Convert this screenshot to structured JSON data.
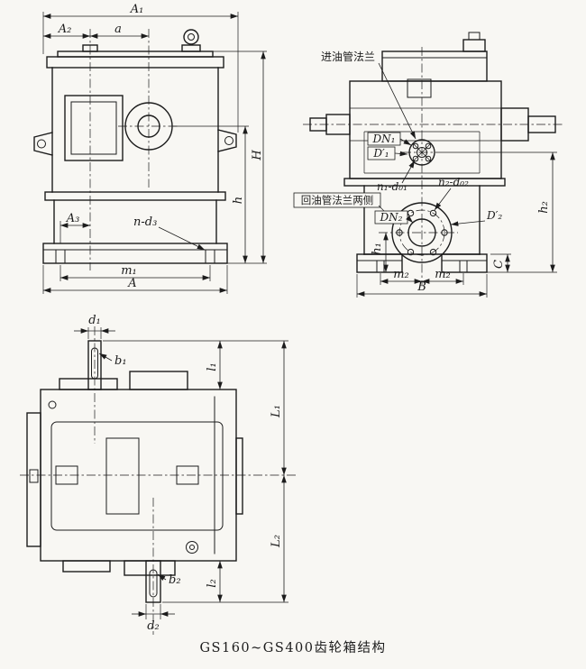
{
  "theme": {
    "paper": "#f8f7f3",
    "ink": "#1c1c1c"
  },
  "caption": "GS160~GS400齿轮箱结构",
  "front_view": {
    "A1": "A₁",
    "A2": "A₂",
    "a": "a",
    "A3": "A₃",
    "n_d3": "n-d₃",
    "m1": "m₁",
    "A": "A",
    "H": "H",
    "h": "h"
  },
  "side_view": {
    "oil_inlet_flange": "进油管法兰",
    "DN1": "DN₁",
    "D1_prime": "D′₁",
    "n1_d01": "n₁-d₀₁",
    "n2_d02": "n₂-d₀₂",
    "oil_return_flange": "回油管法兰两侧",
    "DN2": "DN₂",
    "D2_prime": "D′₂",
    "h1": "h₁",
    "h2": "h₂",
    "C": "C",
    "m2": "m₂",
    "B": "B"
  },
  "top_view": {
    "d1": "d₁",
    "b1": "b₁",
    "l1": "l₁",
    "L1": "L₁",
    "L2": "L₂",
    "b2": "b₂",
    "l2": "l₂",
    "d2": "d₂"
  }
}
